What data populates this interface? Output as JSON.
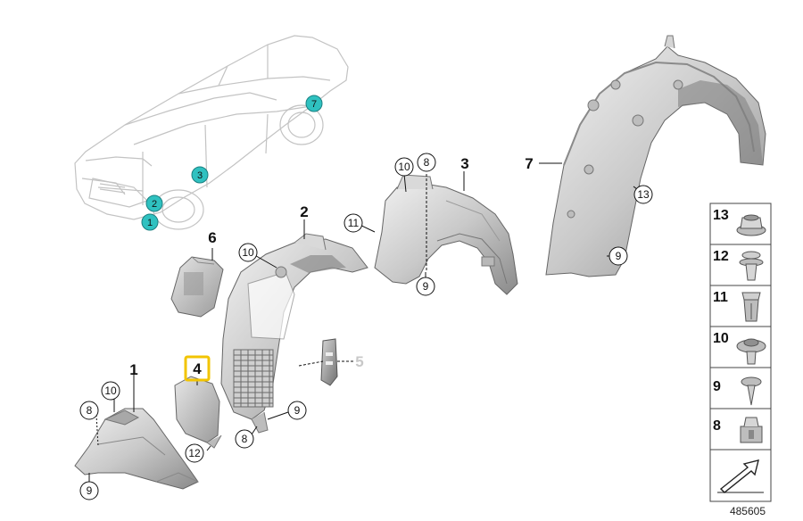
{
  "car_locators": [
    {
      "id": "1"
    },
    {
      "id": "2"
    },
    {
      "id": "3"
    },
    {
      "id": "7"
    }
  ],
  "callouts": {
    "main_1": "1",
    "main_2": "2",
    "main_3": "3",
    "main_4": "4",
    "main_5": "5",
    "main_6": "6",
    "main_7": "7"
  },
  "bubbles": {
    "b10_left": "10",
    "b8_left": "8",
    "b9_bottom": "9",
    "b12": "12",
    "b8_mid": "8",
    "b9_mid": "9",
    "b10_mid": "10",
    "b11": "11",
    "b10_top": "10",
    "b8_top": "8",
    "b9_top": "9",
    "b13": "13",
    "b9_right": "9"
  },
  "legend": [
    {
      "number": "13",
      "icon": "flange-nut-icon"
    },
    {
      "number": "12",
      "icon": "expanding-rivet-icon"
    },
    {
      "number": "11",
      "icon": "plastic-clip-icon"
    },
    {
      "number": "10",
      "icon": "nut-with-washer-icon"
    },
    {
      "number": "9",
      "icon": "screw-icon"
    },
    {
      "number": "8",
      "icon": "spring-nut-icon"
    },
    {
      "number": "",
      "icon": "arrow-icon"
    }
  ],
  "highlight_color": "#f2c400",
  "locator_color": "#2fc1c0",
  "dimmed_color": "#c8c8c8",
  "diagram_id": "485605"
}
